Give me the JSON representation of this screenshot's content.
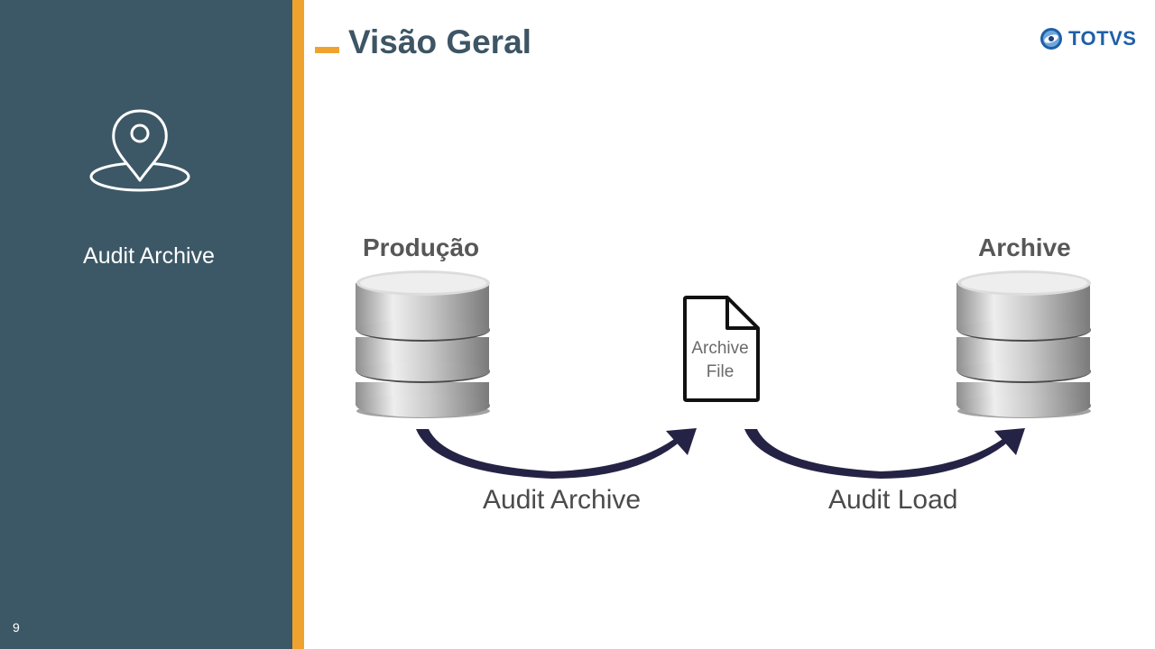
{
  "sidebar": {
    "icon": "location-pin-icon",
    "title": "Audit Archive",
    "page_number": "9",
    "color": "#3c5866",
    "accent": "#f0a22e"
  },
  "header": {
    "title": "Visão Geral",
    "logo_text": "TOTVS"
  },
  "diagram": {
    "source_label": "Produção",
    "target_label": "Archive",
    "file_label_line1": "Archive",
    "file_label_line2": "File",
    "step1_label": "Audit Archive",
    "step2_label": "Audit Load",
    "icons": [
      "database-icon",
      "file-icon",
      "curved-arrow-icon"
    ],
    "arrow_color": "#252345"
  }
}
